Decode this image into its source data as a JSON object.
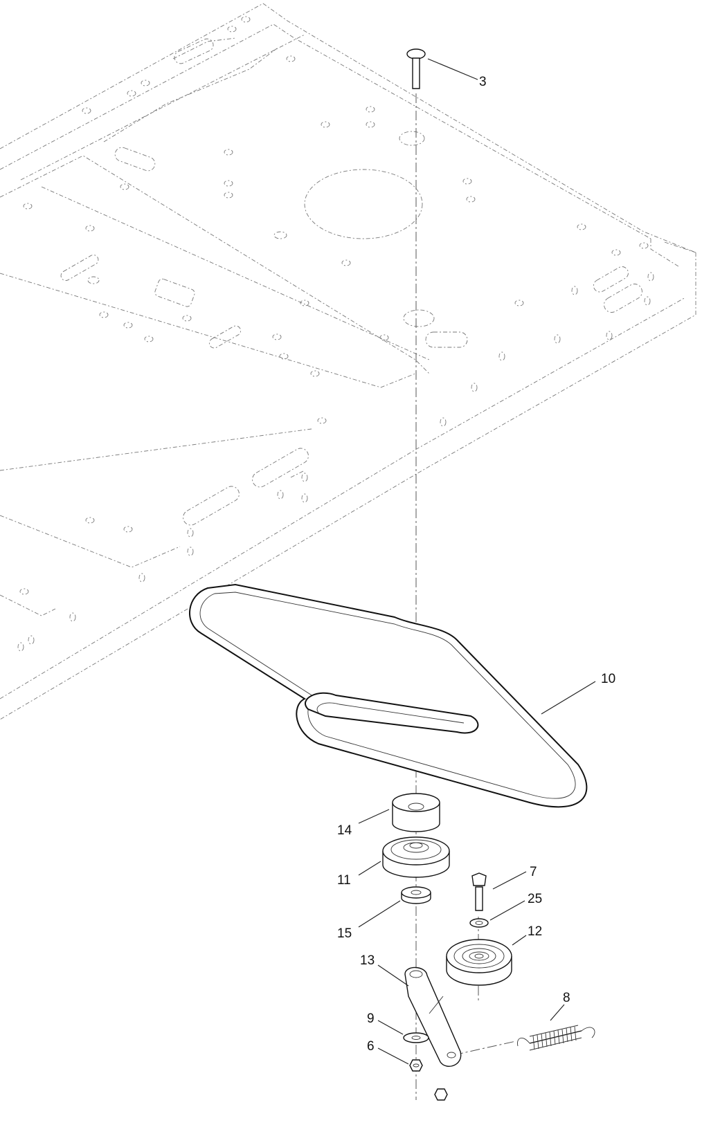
{
  "callouts": [
    {
      "id": "c3",
      "label": "3"
    },
    {
      "id": "c10",
      "label": "10"
    },
    {
      "id": "c14",
      "label": "14"
    },
    {
      "id": "c11",
      "label": "11"
    },
    {
      "id": "c7",
      "label": "7"
    },
    {
      "id": "c25",
      "label": "25"
    },
    {
      "id": "c15",
      "label": "15"
    },
    {
      "id": "c12",
      "label": "12"
    },
    {
      "id": "c13",
      "label": "13"
    },
    {
      "id": "c8",
      "label": "8"
    },
    {
      "id": "c9",
      "label": "9"
    },
    {
      "id": "c6",
      "label": "6"
    }
  ]
}
